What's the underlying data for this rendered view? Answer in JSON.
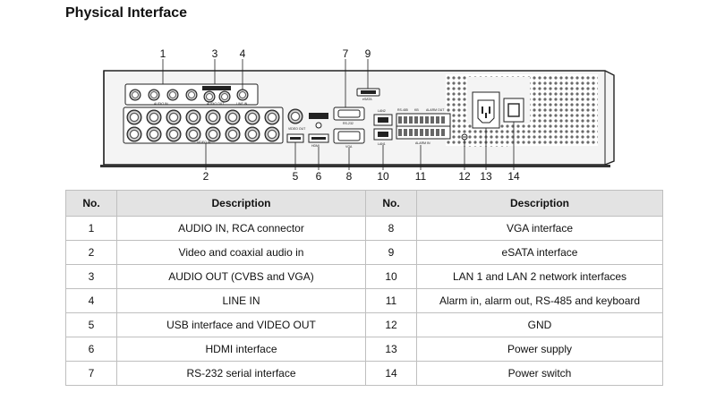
{
  "title": "Physical Interface",
  "panel_labels": {
    "audio_in": "AUDIO IN",
    "audio_out": "AUDIO OUT",
    "line_in": "LINE IN",
    "video_in": "VIDEO IN",
    "video_out": "VIDEO OUT",
    "hdmi": "HDMI",
    "rs232": "RS-232",
    "vga": "VGA",
    "esata": "eSATA",
    "lan1": "LAN1",
    "lan2": "LAN2",
    "rs485": "RS-485",
    "kb": "KB",
    "alarm_out": "ALARM OUT",
    "alarm_in": "ALARM IN"
  },
  "callouts": [
    "1",
    "2",
    "3",
    "4",
    "5",
    "6",
    "7",
    "8",
    "9",
    "10",
    "11",
    "12",
    "13",
    "14"
  ],
  "table": {
    "headers": [
      "No.",
      "Description",
      "No.",
      "Description"
    ],
    "rows": [
      {
        "n1": "1",
        "d1": "AUDIO IN, RCA connector",
        "n2": "8",
        "d2": "VGA interface"
      },
      {
        "n1": "2",
        "d1": "Video and coaxial audio in",
        "n2": "9",
        "d2": "eSATA interface"
      },
      {
        "n1": "3",
        "d1": "AUDIO OUT (CVBS and VGA)",
        "n2": "10",
        "d2": "LAN 1 and LAN 2 network interfaces"
      },
      {
        "n1": "4",
        "d1": "LINE IN",
        "n2": "11",
        "d2": "Alarm in, alarm out, RS-485 and keyboard"
      },
      {
        "n1": "5",
        "d1": "USB interface and VIDEO OUT",
        "n2": "12",
        "d2": "GND"
      },
      {
        "n1": "6",
        "d1": "HDMI interface",
        "n2": "13",
        "d2": "Power supply"
      },
      {
        "n1": "7",
        "d1": "RS-232 serial interface",
        "n2": "14",
        "d2": "Power switch"
      }
    ]
  }
}
